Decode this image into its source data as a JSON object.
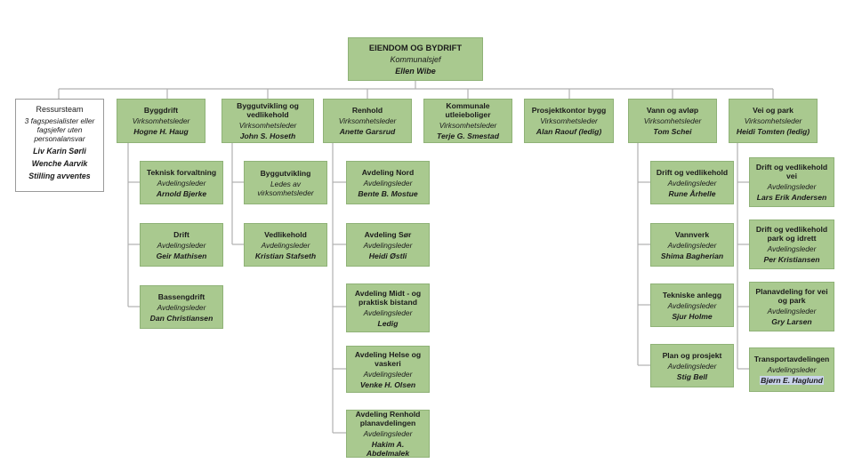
{
  "org": {
    "top": {
      "title": "EIENDOM OG BYDRIFT",
      "role": "Kommunalsjef",
      "name": "Ellen Wibe"
    },
    "ressursteam": {
      "title": "Ressursteam",
      "role": "3 fagspesialister eller fagsjefer uten personalansvar",
      "names": [
        "Liv Karin Sørli",
        "Wenche Aarvik",
        "Stilling avventes"
      ]
    },
    "units": [
      {
        "title": "Byggdrift",
        "role": "Virksomhetsleder",
        "name": "Hogne H. Haug",
        "subs": [
          {
            "title": "Teknisk forvaltning",
            "role": "Avdelingsleder",
            "name": "Arnold Bjerke"
          },
          {
            "title": "Drift",
            "role": "Avdelingsleder",
            "name": "Geir Mathisen"
          },
          {
            "title": "Bassengdrift",
            "role": "Avdelingsleder",
            "name": "Dan Christiansen"
          }
        ]
      },
      {
        "title": "Byggutvikling og vedlikehold",
        "role": "Virksomhetsleder",
        "name": "John S. Hoseth",
        "subs": [
          {
            "title": "Byggutvikling",
            "role": "Ledes av virksomhetsleder",
            "name": ""
          },
          {
            "title": "Vedlikehold",
            "role": "Avdelingsleder",
            "name": "Kristian Stafseth"
          }
        ]
      },
      {
        "title": "Renhold",
        "role": "Virksomhetsleder",
        "name": "Anette Garsrud",
        "subs": [
          {
            "title": "Avdeling Nord",
            "role": "Avdelingsleder",
            "name": "Bente B. Mostue"
          },
          {
            "title": "Avdeling  Sør",
            "role": "Avdelingsleder",
            "name": "Heidi Østli"
          },
          {
            "title": "Avdeling Midt - og praktisk bistand",
            "role": "Avdelingsleder",
            "name": "Ledig"
          },
          {
            "title": "Avdeling Helse og vaskeri",
            "role": "Avdelingsleder",
            "name": "Venke H. Olsen"
          },
          {
            "title": "Avdeling  Renhold planavdelingen",
            "role": "Avdelingsleder",
            "name": "Hakim A. Abdelmalek"
          }
        ]
      },
      {
        "title": "Kommunale utleieboliger",
        "role": "Virksomhetsleder",
        "name": "Terje G. Smestad",
        "subs": []
      },
      {
        "title": "Prosjektkontor bygg",
        "role": "Virksomhetsleder",
        "name": "Alan Raouf (ledig)",
        "subs": []
      },
      {
        "title": "Vann og avløp",
        "role": "Virksomhetsleder",
        "name": "Tom Schei",
        "subs": [
          {
            "title": "Drift og vedlikehold",
            "role": "Avdelingsleder",
            "name": "Rune Århelle"
          },
          {
            "title": "Vannverk",
            "role": "Avdelingsleder",
            "name": "Shima Bagherian"
          },
          {
            "title": "Tekniske anlegg",
            "role": "Avdelingsleder",
            "name": "Sjur Holme"
          },
          {
            "title": "Plan og prosjekt",
            "role": "Avdelingsleder",
            "name": "Stig Bell"
          }
        ]
      },
      {
        "title": "Vei og park",
        "role": "Virksomhetsleder",
        "name": "Heidi Tomten (ledig)",
        "subs": [
          {
            "title": "Drift og vedlikehold vei",
            "role": "Avdelingsleder",
            "name": "Lars Erik Andersen"
          },
          {
            "title": "Drift  og vedlikehold park og idrett",
            "role": "Avdelingsleder",
            "name": "Per Kristiansen"
          },
          {
            "title": "Planavdeling for vei og park",
            "role": "Avdelingsleder",
            "name": "Gry Larsen"
          },
          {
            "title": "Transportavdelingen",
            "role": "Avdelingsleder",
            "name": "Bjørn E. Haglund"
          }
        ]
      }
    ]
  },
  "colors": {
    "box_fill": "#a9c98f",
    "box_border": "#8fb277",
    "connector": "#b0b0b0",
    "highlight": "#c9d3e9"
  }
}
